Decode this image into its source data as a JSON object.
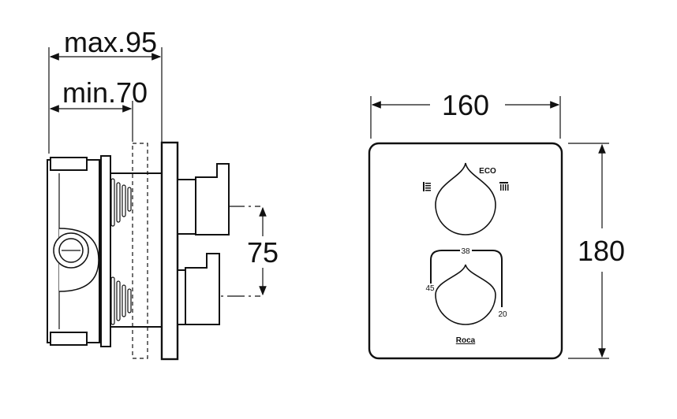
{
  "side_view": {
    "dim_max": "max.95",
    "dim_min": "min.70",
    "dim_spacing": "75"
  },
  "front_view": {
    "dim_width": "160",
    "dim_height": "180",
    "label_eco": "ECO",
    "temp_mid": "38",
    "temp_high": "45",
    "temp_low": "20",
    "brand": "Roca"
  }
}
